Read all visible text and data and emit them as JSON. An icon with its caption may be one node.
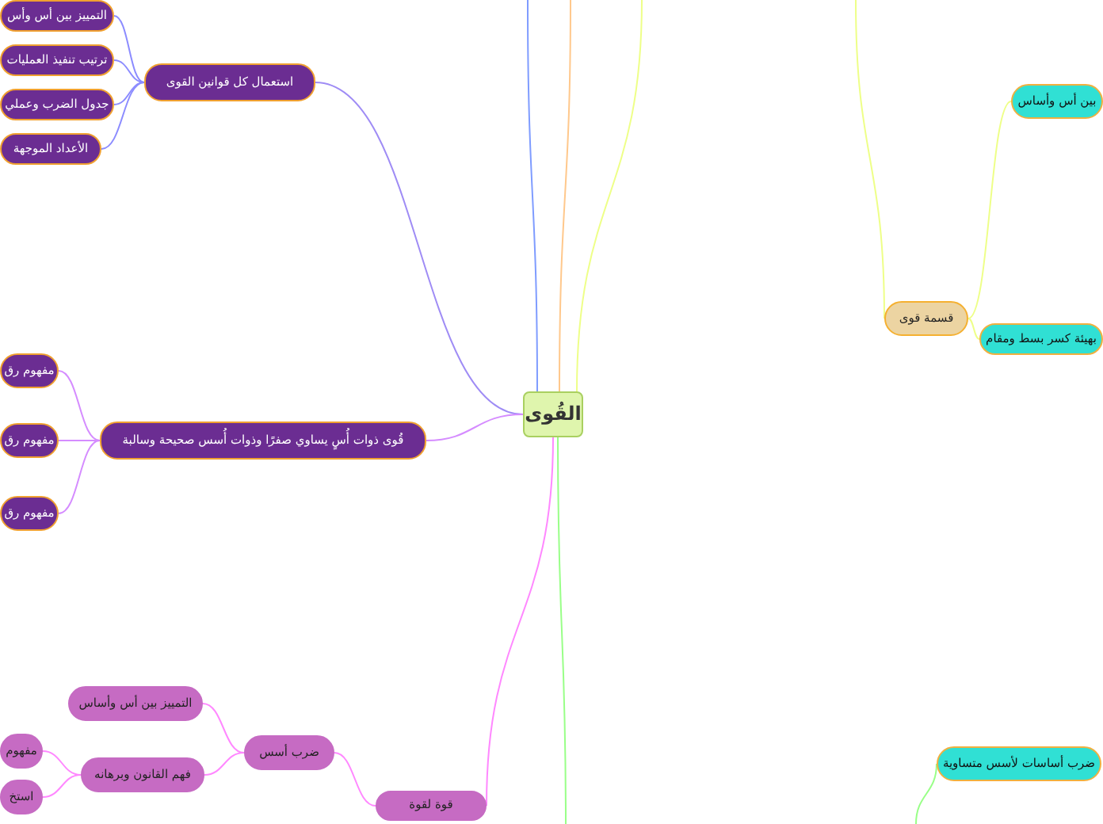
{
  "diagram": {
    "nodes": [
      {
        "text": [
          "القُوى"
        ]
      },
      {
        "text": [
          "استعمال كل قوانين القوى"
        ]
      },
      {
        "text": [
          "التمييز بين أس وأس"
        ]
      },
      {
        "text": [
          "ترتيب تنفيذ العمليات"
        ]
      },
      {
        "text": [
          "جدول الضرب وعملي"
        ]
      },
      {
        "text": [
          "الأعداد الموجهة"
        ]
      },
      {
        "text": [
          "قُوى ذوات أُسٍ يساوي صفرًا وذوات أُسس صحيحة وسالبة"
        ]
      },
      {
        "text": [
          "مفهوم رق"
        ]
      },
      {
        "text": [
          "مفهوم رق"
        ]
      },
      {
        "text": [
          "مفهوم رق"
        ]
      },
      {
        "text": [
          "قوة لقوة"
        ]
      },
      {
        "text": [
          "ضرب أسس"
        ]
      },
      {
        "text": [
          "التمييز بين أس وأساس"
        ]
      },
      {
        "text": [
          "فهم القانون وبرهانه"
        ]
      },
      {
        "text": [
          "مفهوم"
        ]
      },
      {
        "text": [
          "استخ"
        ]
      },
      {
        "text": [
          "قسمة قوى"
        ]
      },
      {
        "text": [
          "بين أس وأساس"
        ]
      },
      {
        "text": [
          "بهيئة كسر بسط ومقام"
        ]
      },
      {
        "text": [
          "ضرب أساسات لأسس متساوية"
        ]
      }
    ],
    "edges": [
      {
        "from": 0,
        "to": 1,
        "arrow": "none",
        "color": "#9f8cf5"
      },
      {
        "from": 1,
        "to": 2,
        "arrow": "none",
        "color": "#8c8cff"
      },
      {
        "from": 1,
        "to": 3,
        "arrow": "none",
        "color": "#8c8cff"
      },
      {
        "from": 1,
        "to": 4,
        "arrow": "none",
        "color": "#8c8cff"
      },
      {
        "from": 1,
        "to": 5,
        "arrow": "none",
        "color": "#8c8cff"
      },
      {
        "from": 0,
        "to": 6,
        "arrow": "none",
        "color": "#d58cff"
      },
      {
        "from": 6,
        "to": 7,
        "arrow": "none",
        "color": "#d58cff"
      },
      {
        "from": 6,
        "to": 8,
        "arrow": "none",
        "color": "#d58cff"
      },
      {
        "from": 6,
        "to": 9,
        "arrow": "none",
        "color": "#d58cff"
      },
      {
        "from": 0,
        "to": 10,
        "arrow": "none",
        "color": "#ff88ff"
      },
      {
        "from": 10,
        "to": 11,
        "arrow": "none",
        "color": "#ff88ff"
      },
      {
        "from": 11,
        "to": 12,
        "arrow": "none",
        "color": "#ff88ff"
      },
      {
        "from": 11,
        "to": 13,
        "arrow": "none",
        "color": "#ff88ff"
      },
      {
        "from": 13,
        "to": 14,
        "arrow": "none",
        "color": "#ff88ff"
      },
      {
        "from": 13,
        "to": 15,
        "arrow": "none",
        "color": "#ff88ff"
      },
      {
        "from": 0,
        "to": null,
        "arrow": "none",
        "color": "#7f9cff"
      },
      {
        "from": 0,
        "to": null,
        "arrow": "none",
        "color": "#ffc88c"
      },
      {
        "from": 0,
        "to": null,
        "arrow": "none",
        "color": "#eeff88"
      },
      {
        "from": null,
        "to": 16,
        "arrow": "none",
        "color": "#eeff88"
      },
      {
        "from": 16,
        "to": 17,
        "arrow": "none",
        "color": "#eeff88"
      },
      {
        "from": 16,
        "to": 18,
        "arrow": "none",
        "color": "#eeff88"
      },
      {
        "from": 0,
        "to": null,
        "arrow": "none",
        "color": "#99ff88"
      },
      {
        "from": null,
        "to": 19,
        "arrow": "none",
        "color": "#99ff88"
      }
    ]
  }
}
